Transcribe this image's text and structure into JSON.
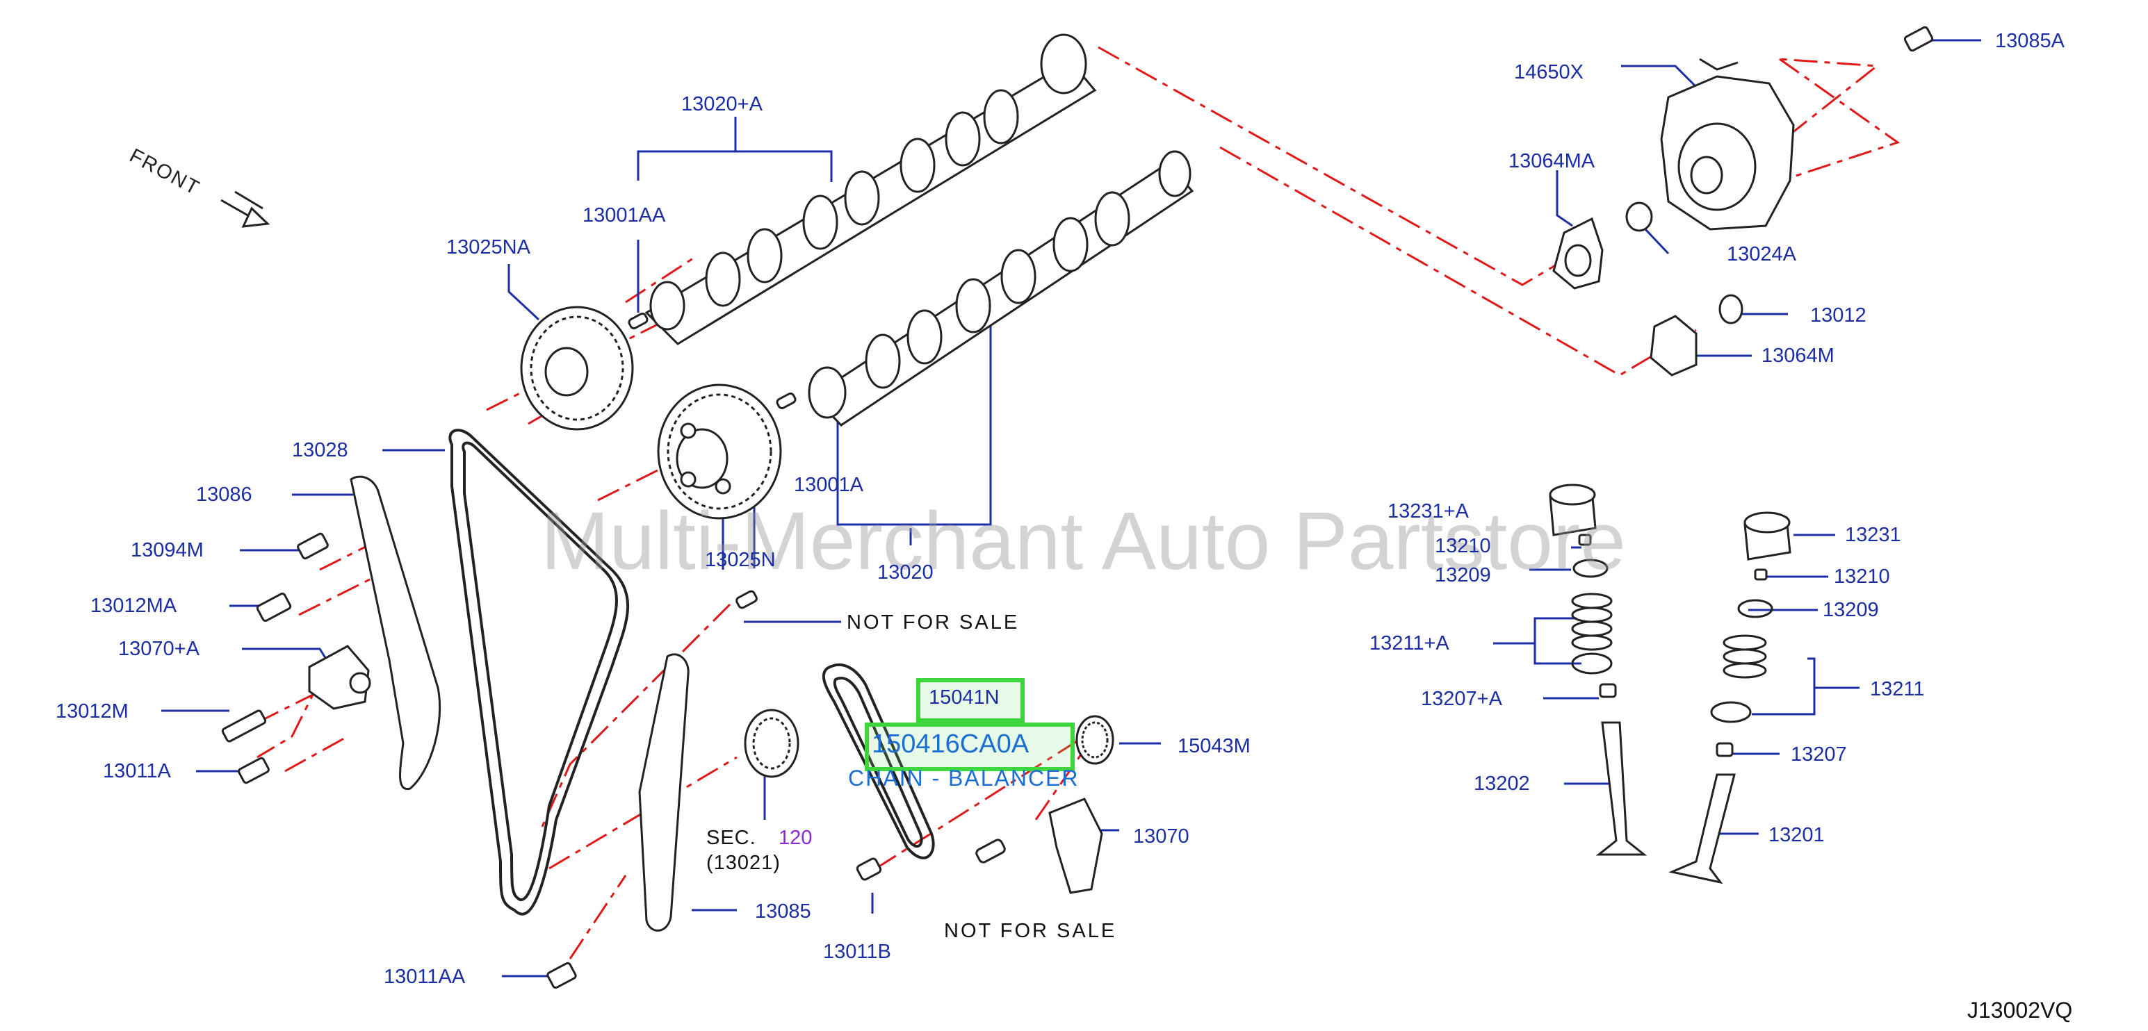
{
  "diagram_code": "J13002VQ",
  "orientation_label": "FRONT",
  "watermark": "Multi-Merchant Auto Partstore",
  "colors": {
    "label": "#1b2ea6",
    "leader": "#1b2ea6",
    "center_line": "#e01818",
    "highlight": "#3ed63e",
    "part_line": "#222222"
  },
  "labels": {
    "p13020A": "13020+A",
    "p13001AA": "13001AA",
    "p13025NA": "13025NA",
    "p13028": "13028",
    "p13086": "13086",
    "p13094M": "13094M",
    "p13012MA": "13012MA",
    "p13070A": "13070+A",
    "p13012M": "13012M",
    "p13011A": "13011A",
    "p13001A": "13001A",
    "p13025N": "13025N",
    "p13020": "13020",
    "p13011AA": "13011AA",
    "p13085": "13085",
    "p13011B": "13011B",
    "p13070": "13070",
    "p15043M": "15043M",
    "p14650X": "14650X",
    "p13085A": "13085A",
    "p13064MA": "13064MA",
    "p13024A": "13024A",
    "p13012": "13012",
    "p13064M": "13064M",
    "p13231A": "13231+A",
    "p13210L": "13210",
    "p13209L": "13209",
    "p13211A": "13211+A",
    "p13207A": "13207+A",
    "p13202": "13202",
    "p13231": "13231",
    "p13210R": "13210",
    "p13209R": "13209",
    "p13211": "13211",
    "p13207": "13207",
    "p13201": "13201"
  },
  "notes": {
    "nfs1": "NOT  FOR  SALE",
    "nfs2": "NOT  FOR  SALE",
    "sec_label": "SEC.",
    "sec_num": "120",
    "sec_sub": "(13021)"
  },
  "highlights": {
    "h1": "15041N",
    "h2": "150416CA0A",
    "h2_desc": "CHAIN - BALANCER"
  },
  "icons": [
    "front-arrow-icon",
    "camshaft-icon",
    "sprocket-icon",
    "timing-chain-icon",
    "chain-guide-icon",
    "tensioner-icon",
    "bolt-icon",
    "vacuum-pump-icon",
    "valve-icon",
    "valve-spring-icon",
    "valve-lifter-icon"
  ]
}
